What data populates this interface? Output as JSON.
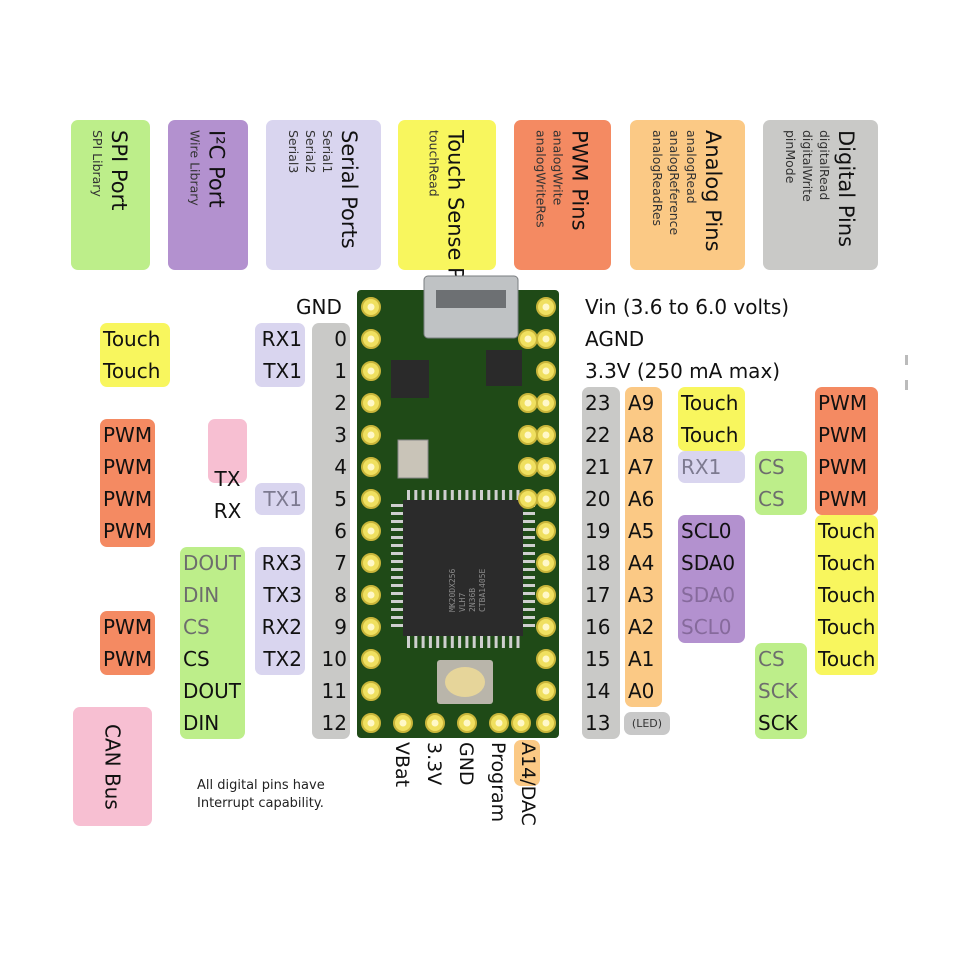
{
  "colors": {
    "spi": "#bdee8a",
    "i2c": "#b391cf",
    "serial": "#d9d5ef",
    "touch": "#f8f65e",
    "pwm": "#f48a62",
    "analog": "#fbc985",
    "digital": "#c9c9c7",
    "can": "#f7bfd2",
    "board": "#1f4a17",
    "pad": "#f0e060"
  },
  "legend": [
    {
      "key": "spi",
      "title": "SPI Port",
      "lines": [
        "SPI Library"
      ]
    },
    {
      "key": "i2c",
      "title": "I²C Port",
      "lines": [
        "Wire Library"
      ]
    },
    {
      "key": "serial",
      "title": "Serial Ports",
      "lines": [
        "Serial1",
        "Serial2",
        "Serial3"
      ]
    },
    {
      "key": "touch",
      "title": "Touch Sense Pins",
      "lines": [
        "touchRead"
      ]
    },
    {
      "key": "pwm",
      "title": "PWM Pins",
      "lines": [
        "analogWrite",
        "analogWriteRes"
      ]
    },
    {
      "key": "analog",
      "title": "Analog Pins",
      "lines": [
        "analogRead",
        "analogReference",
        "analogReadRes"
      ]
    },
    {
      "key": "digital",
      "title": "Digital Pins",
      "lines": [
        "digitalRead",
        "digitalWrite",
        "pinMode"
      ]
    }
  ],
  "power": {
    "left_top": "GND",
    "right": [
      "Vin  (3.6 to 6.0 volts)",
      "AGND",
      "3.3V (250 mA max)"
    ],
    "bottom": [
      "VBat",
      "3.3V",
      "GND",
      "Program",
      "A14/DAC"
    ]
  },
  "left_groups": [
    {
      "col": "num",
      "fn": "digital",
      "items": [
        {
          "pin": 0,
          "text": "0"
        },
        {
          "pin": 1,
          "text": "1"
        },
        {
          "pin": 2,
          "text": "2"
        },
        {
          "pin": 3,
          "text": "3"
        },
        {
          "pin": 4,
          "text": "4"
        },
        {
          "pin": 5,
          "text": "5"
        },
        {
          "pin": 6,
          "text": "6"
        },
        {
          "pin": 7,
          "text": "7"
        },
        {
          "pin": 8,
          "text": "8"
        },
        {
          "pin": 9,
          "text": "9"
        },
        {
          "pin": 10,
          "text": "10"
        },
        {
          "pin": 11,
          "text": "11"
        },
        {
          "pin": 12,
          "text": "12"
        }
      ]
    },
    {
      "col": "serial",
      "fn": "serial",
      "items": [
        {
          "pin": 0,
          "text": "RX1"
        },
        {
          "pin": 1,
          "text": "TX1"
        }
      ]
    },
    {
      "col": "serial",
      "fn": "serial",
      "items": [
        {
          "pin": 5,
          "text": "TX1",
          "alt": true
        }
      ]
    },
    {
      "col": "serial",
      "fn": "serial",
      "items": [
        {
          "pin": 7,
          "text": "RX3"
        },
        {
          "pin": 8,
          "text": "TX3"
        },
        {
          "pin": 9,
          "text": "RX2"
        },
        {
          "pin": 10,
          "text": "TX2"
        }
      ]
    },
    {
      "col": "can",
      "fn": "can",
      "items": [
        {
          "pin": 3,
          "text": "TX"
        },
        {
          "pin": 4,
          "text": "RX"
        }
      ]
    },
    {
      "col": "spi",
      "fn": "spi",
      "items": [
        {
          "pin": 7,
          "text": "DOUT",
          "alt": true
        },
        {
          "pin": 8,
          "text": "DIN",
          "alt": true
        },
        {
          "pin": 9,
          "text": "CS",
          "alt": true
        },
        {
          "pin": 10,
          "text": "CS"
        },
        {
          "pin": 11,
          "text": "DOUT"
        },
        {
          "pin": 12,
          "text": "DIN"
        }
      ]
    },
    {
      "col": "touch",
      "fn": "touch",
      "items": [
        {
          "pin": 0,
          "text": "Touch"
        },
        {
          "pin": 1,
          "text": "Touch"
        }
      ]
    },
    {
      "col": "pwm",
      "fn": "pwm",
      "items": [
        {
          "pin": 3,
          "text": "PWM"
        },
        {
          "pin": 4,
          "text": "PWM"
        },
        {
          "pin": 5,
          "text": "PWM"
        },
        {
          "pin": 6,
          "text": "PWM"
        }
      ]
    },
    {
      "col": "pwm",
      "fn": "pwm",
      "items": [
        {
          "pin": 9,
          "text": "PWM"
        },
        {
          "pin": 10,
          "text": "PWM"
        }
      ]
    }
  ],
  "right_groups": [
    {
      "col": "num",
      "fn": "digital",
      "items": [
        {
          "pin": 23,
          "text": "23"
        },
        {
          "pin": 22,
          "text": "22"
        },
        {
          "pin": 21,
          "text": "21"
        },
        {
          "pin": 20,
          "text": "20"
        },
        {
          "pin": 19,
          "text": "19"
        },
        {
          "pin": 18,
          "text": "18"
        },
        {
          "pin": 17,
          "text": "17"
        },
        {
          "pin": 16,
          "text": "16"
        },
        {
          "pin": 15,
          "text": "15"
        },
        {
          "pin": 14,
          "text": "14"
        },
        {
          "pin": 13,
          "text": "13"
        }
      ]
    },
    {
      "col": "analog",
      "fn": "analog",
      "items": [
        {
          "pin": 23,
          "text": "A9"
        },
        {
          "pin": 22,
          "text": "A8"
        },
        {
          "pin": 21,
          "text": "A7"
        },
        {
          "pin": 20,
          "text": "A6"
        },
        {
          "pin": 19,
          "text": "A5"
        },
        {
          "pin": 18,
          "text": "A4"
        },
        {
          "pin": 17,
          "text": "A3"
        },
        {
          "pin": 16,
          "text": "A2"
        },
        {
          "pin": 15,
          "text": "A1"
        },
        {
          "pin": 14,
          "text": "A0"
        }
      ]
    },
    {
      "col": "mid",
      "fn": "touch",
      "items": [
        {
          "pin": 23,
          "text": "Touch"
        },
        {
          "pin": 22,
          "text": "Touch"
        }
      ]
    },
    {
      "col": "mid",
      "fn": "serial",
      "items": [
        {
          "pin": 21,
          "text": "RX1",
          "alt": true
        }
      ]
    },
    {
      "col": "mid",
      "fn": "i2c",
      "items": [
        {
          "pin": 19,
          "text": "SCL0"
        },
        {
          "pin": 18,
          "text": "SDA0"
        },
        {
          "pin": 17,
          "text": "SDA0",
          "alt": true
        },
        {
          "pin": 16,
          "text": "SCL0",
          "alt": true
        }
      ]
    },
    {
      "col": "spi",
      "fn": "spi",
      "items": [
        {
          "pin": 21,
          "text": "CS",
          "alt": true
        },
        {
          "pin": 20,
          "text": "CS",
          "alt": true
        }
      ]
    },
    {
      "col": "spi",
      "fn": "spi",
      "items": [
        {
          "pin": 15,
          "text": "CS",
          "alt": true
        },
        {
          "pin": 14,
          "text": "SCK",
          "alt": true
        },
        {
          "pin": 13,
          "text": "SCK"
        }
      ]
    },
    {
      "col": "far",
      "fn": "pwm",
      "items": [
        {
          "pin": 23,
          "text": "PWM"
        },
        {
          "pin": 22,
          "text": "PWM"
        },
        {
          "pin": 21,
          "text": "PWM"
        },
        {
          "pin": 20,
          "text": "PWM"
        }
      ]
    },
    {
      "col": "far",
      "fn": "touch",
      "items": [
        {
          "pin": 19,
          "text": "Touch"
        },
        {
          "pin": 18,
          "text": "Touch"
        },
        {
          "pin": 17,
          "text": "Touch"
        },
        {
          "pin": 16,
          "text": "Touch"
        },
        {
          "pin": 15,
          "text": "Touch"
        }
      ]
    }
  ],
  "led_label": "(LED)",
  "can_bus_label": "CAN Bus",
  "note": [
    "All digital pins have",
    "Interrupt capability."
  ],
  "chip_marking": [
    "MK20DX256",
    "VLH7",
    "2N36B",
    "CTBA1405E"
  ]
}
